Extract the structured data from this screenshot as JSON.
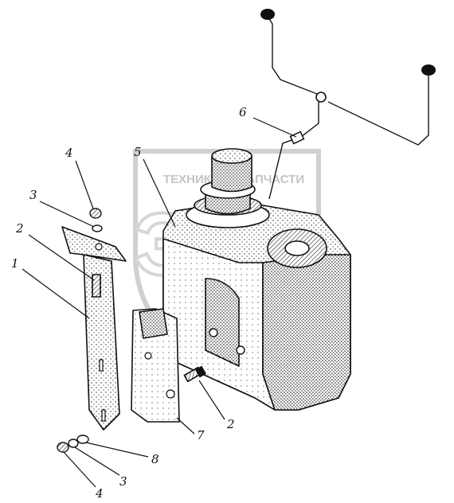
{
  "watermark": {
    "text_top": "ТЕХНИКА",
    "text_right": "ЗАПЧАСТИ",
    "logo_letters": "ЭЛФ",
    "color": "#c8c8c8"
  },
  "callouts": [
    {
      "id": "c4a",
      "label": "4"
    },
    {
      "id": "c3a",
      "label": "3"
    },
    {
      "id": "c2a",
      "label": "2"
    },
    {
      "id": "c1",
      "label": "1"
    },
    {
      "id": "c5",
      "label": "5"
    },
    {
      "id": "c6",
      "label": "6"
    },
    {
      "id": "c2b",
      "label": "2"
    },
    {
      "id": "c7",
      "label": "7"
    },
    {
      "id": "c8",
      "label": "8"
    },
    {
      "id": "c3b",
      "label": "3"
    },
    {
      "id": "c4b",
      "label": "4"
    }
  ]
}
